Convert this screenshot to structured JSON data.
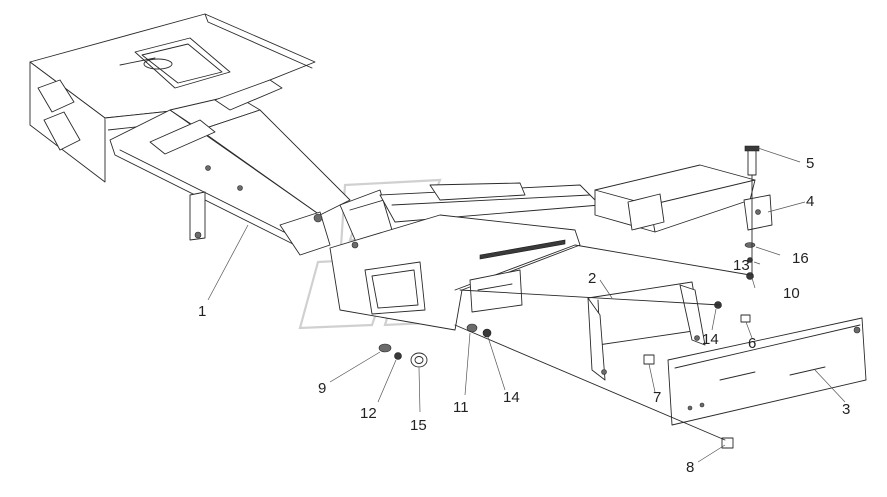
{
  "callouts": [
    {
      "label": "1"
    },
    {
      "label": "2"
    },
    {
      "label": "3"
    },
    {
      "label": "4"
    },
    {
      "label": "5"
    },
    {
      "label": "6"
    },
    {
      "label": "7"
    },
    {
      "label": "8"
    },
    {
      "label": "9"
    },
    {
      "label": "10"
    },
    {
      "label": "11"
    },
    {
      "label": "12"
    },
    {
      "label": "13"
    },
    {
      "label": "14"
    },
    {
      "label": "14"
    },
    {
      "label": "15"
    },
    {
      "label": "16"
    }
  ]
}
